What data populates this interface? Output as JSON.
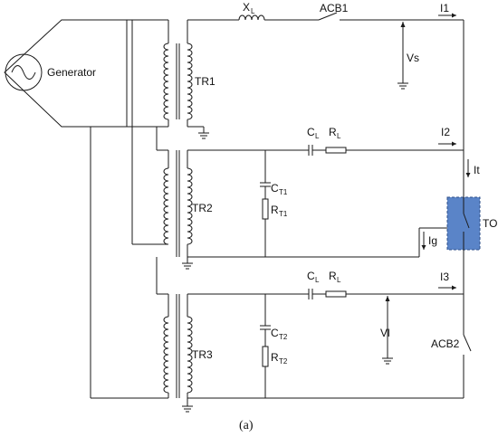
{
  "diagram": {
    "generator_label": "Generator",
    "transformers": {
      "tr1": "TR1",
      "tr2": "TR2",
      "tr3": "TR3"
    },
    "reactor": {
      "base": "X",
      "sub": "L"
    },
    "breakers": {
      "acb1": "ACB1",
      "acb2": "ACB2"
    },
    "currents": {
      "i1": "I1",
      "i2": "I2",
      "i3": "I3",
      "it": "It",
      "ig": "Ig"
    },
    "voltages": {
      "vs": "Vs",
      "vl": "Vl"
    },
    "line2": {
      "c": "C",
      "c_sub": "L",
      "r": "R",
      "r_sub": "L"
    },
    "line3": {
      "c": "C",
      "c_sub": "L",
      "r": "R",
      "r_sub": "L"
    },
    "branch2": {
      "c": "C",
      "c_sub": "T1",
      "r": "R",
      "r_sub": "T1"
    },
    "branch3": {
      "c": "C",
      "c_sub": "T2",
      "r": "R",
      "r_sub": "T2"
    },
    "test_object": "TO",
    "caption": "(a)",
    "colors": {
      "test_object_fill": "#5a84c8",
      "wire": "#1a1a1a"
    }
  }
}
